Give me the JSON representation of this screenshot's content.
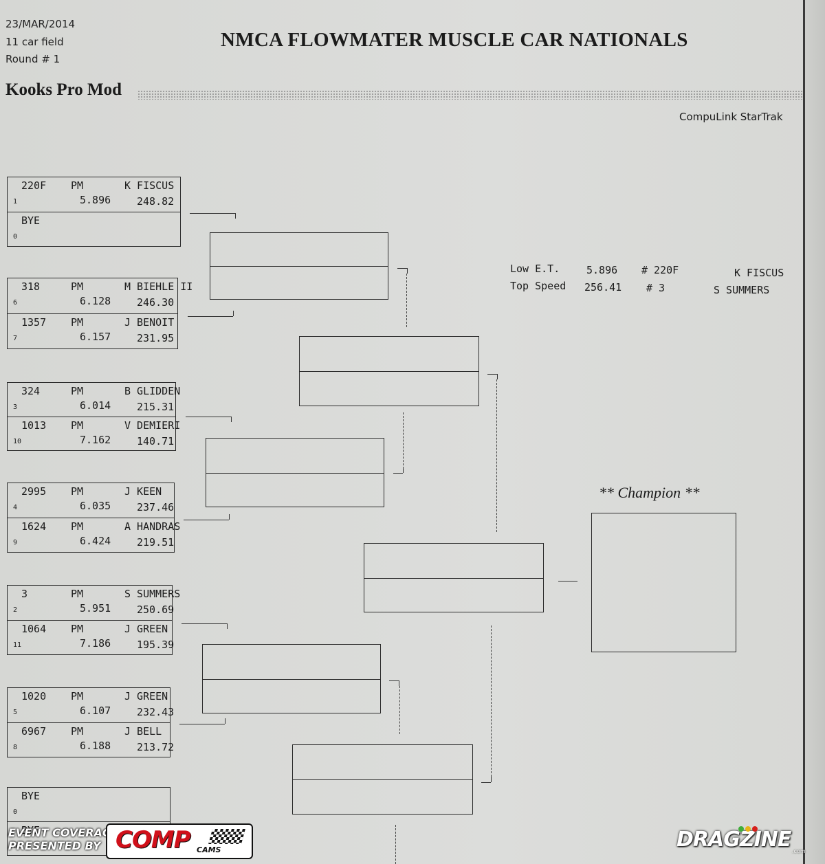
{
  "header": {
    "date": "23/MAR/2014",
    "field": "11 car field",
    "round": "Round # 1",
    "title": "NMCA FLOWMATER MUSCLE CAR NATIONALS",
    "class_name": "Kooks Pro Mod",
    "vendor": "CompuLink StarTrak"
  },
  "entries": [
    {
      "car": "220F",
      "cls": "PM",
      "driver": "K FISCUS",
      "seed": "1",
      "et": "5.896",
      "mph": "248.82"
    },
    {
      "car": "BYE",
      "cls": "",
      "driver": "",
      "seed": "0",
      "et": "",
      "mph": ""
    },
    {
      "car": "318",
      "cls": "PM",
      "driver": "M BIEHLE  II",
      "seed": "6",
      "et": "6.128",
      "mph": "246.30"
    },
    {
      "car": "1357",
      "cls": "PM",
      "driver": "J BENOIT",
      "seed": "7",
      "et": "6.157",
      "mph": "231.95"
    },
    {
      "car": "324",
      "cls": "PM",
      "driver": "B GLIDDEN",
      "seed": "3",
      "et": "6.014",
      "mph": "215.31"
    },
    {
      "car": "1013",
      "cls": "PM",
      "driver": "V DEMIERI",
      "seed": "10",
      "et": "7.162",
      "mph": "140.71"
    },
    {
      "car": "2995",
      "cls": "PM",
      "driver": "J KEEN",
      "seed": "4",
      "et": "6.035",
      "mph": "237.46"
    },
    {
      "car": "1624",
      "cls": "PM",
      "driver": "A HANDRAS",
      "seed": "9",
      "et": "6.424",
      "mph": "219.51"
    },
    {
      "car": "3",
      "cls": "PM",
      "driver": "S SUMMERS",
      "seed": "2",
      "et": "5.951",
      "mph": "250.69"
    },
    {
      "car": "1064",
      "cls": "PM",
      "driver": "J GREEN",
      "seed": "11",
      "et": "7.186",
      "mph": "195.39"
    },
    {
      "car": "1020",
      "cls": "PM",
      "driver": "J GREEN",
      "seed": "5",
      "et": "6.107",
      "mph": "232.43"
    },
    {
      "car": "6967",
      "cls": "PM",
      "driver": "J BELL",
      "seed": "8",
      "et": "6.188",
      "mph": "213.72"
    },
    {
      "car": "BYE",
      "cls": "",
      "driver": "",
      "seed": "0",
      "et": "",
      "mph": ""
    },
    {
      "car": "BYE",
      "cls": "",
      "driver": "",
      "seed": "0",
      "et": "",
      "mph": ""
    }
  ],
  "records": {
    "low_et_label": "Low  E.T.",
    "low_et_value": "5.896",
    "low_et_car": "# 220F",
    "low_et_driver": "K FISCUS",
    "top_speed_label": "Top Speed",
    "top_speed_value": "256.41",
    "top_speed_car": "# 3",
    "top_speed_driver": "S SUMMERS"
  },
  "champion_label": "** Champion **",
  "sponsor": {
    "line1": "EVENT COVERAGE",
    "line2": "PRESENTED BY",
    "brand": "COMP",
    "brand_sub": "CAMS",
    "site": "DRAGZINE",
    "site_suffix": ".com"
  }
}
